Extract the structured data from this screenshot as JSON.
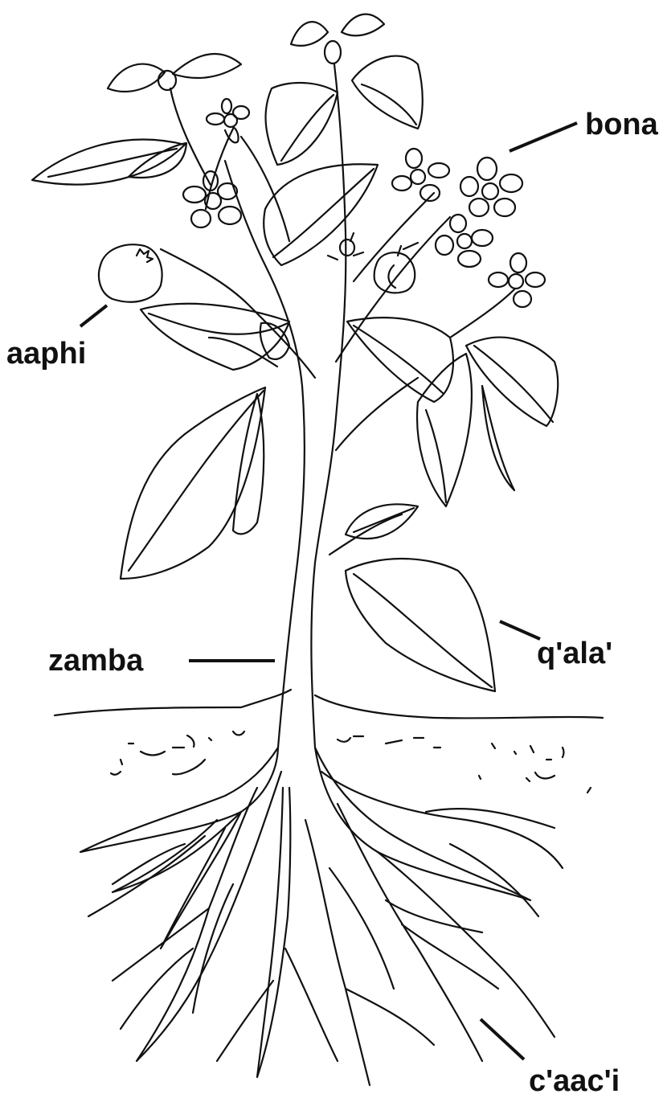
{
  "labels": {
    "flower": "bona",
    "fruit": "aaphi",
    "stem": "zamba",
    "leaf": "q'ala'",
    "root": "c'aac'i"
  },
  "colors": {
    "ink": "#111111",
    "background": "#ffffff"
  }
}
